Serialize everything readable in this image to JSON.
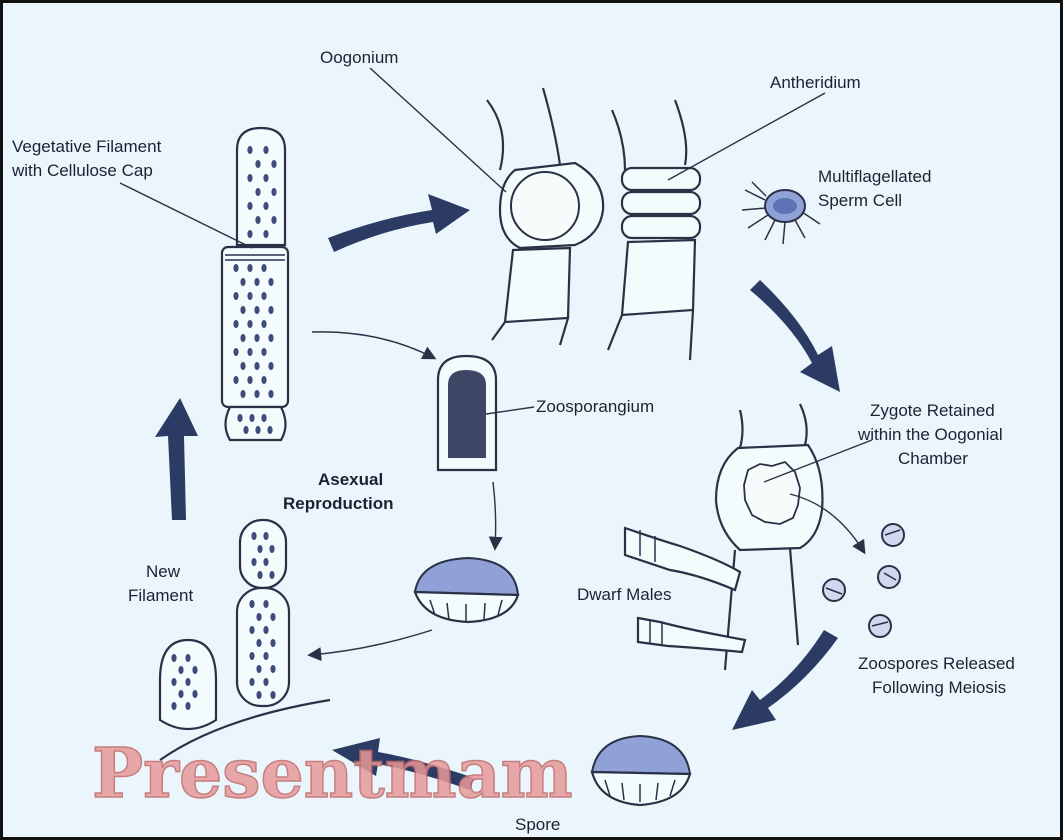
{
  "labels": {
    "vegetative_line1": "Vegetative Filament",
    "vegetative_line2": "with Cellulose Cap",
    "oogonium": "Oogonium",
    "antheridium": "Antheridium",
    "sperm_line1": "Multiflagellated",
    "sperm_line2": "Sperm Cell",
    "zygote_line1": "Zygote Retained",
    "zygote_line2": "within the Oogonial",
    "zygote_line3": "Chamber",
    "zoosporangium": "Zoosporangium",
    "asexual_line1": "Asexual",
    "asexual_line2": "Reproduction",
    "new_filament_line1": "New",
    "new_filament_line2": "Filament",
    "dwarf_males": "Dwarf Males",
    "zoospores_line1": "Zoospores Released",
    "zoospores_line2": "Following Meiosis",
    "spore": "Spore"
  },
  "watermark": "Presentmam",
  "colors": {
    "background": "#eaf6fb",
    "ink": "#2a3146",
    "arrow": "#2c3b63",
    "spore_fill": "#8fa1d6",
    "watermark": "#e79a9a"
  }
}
